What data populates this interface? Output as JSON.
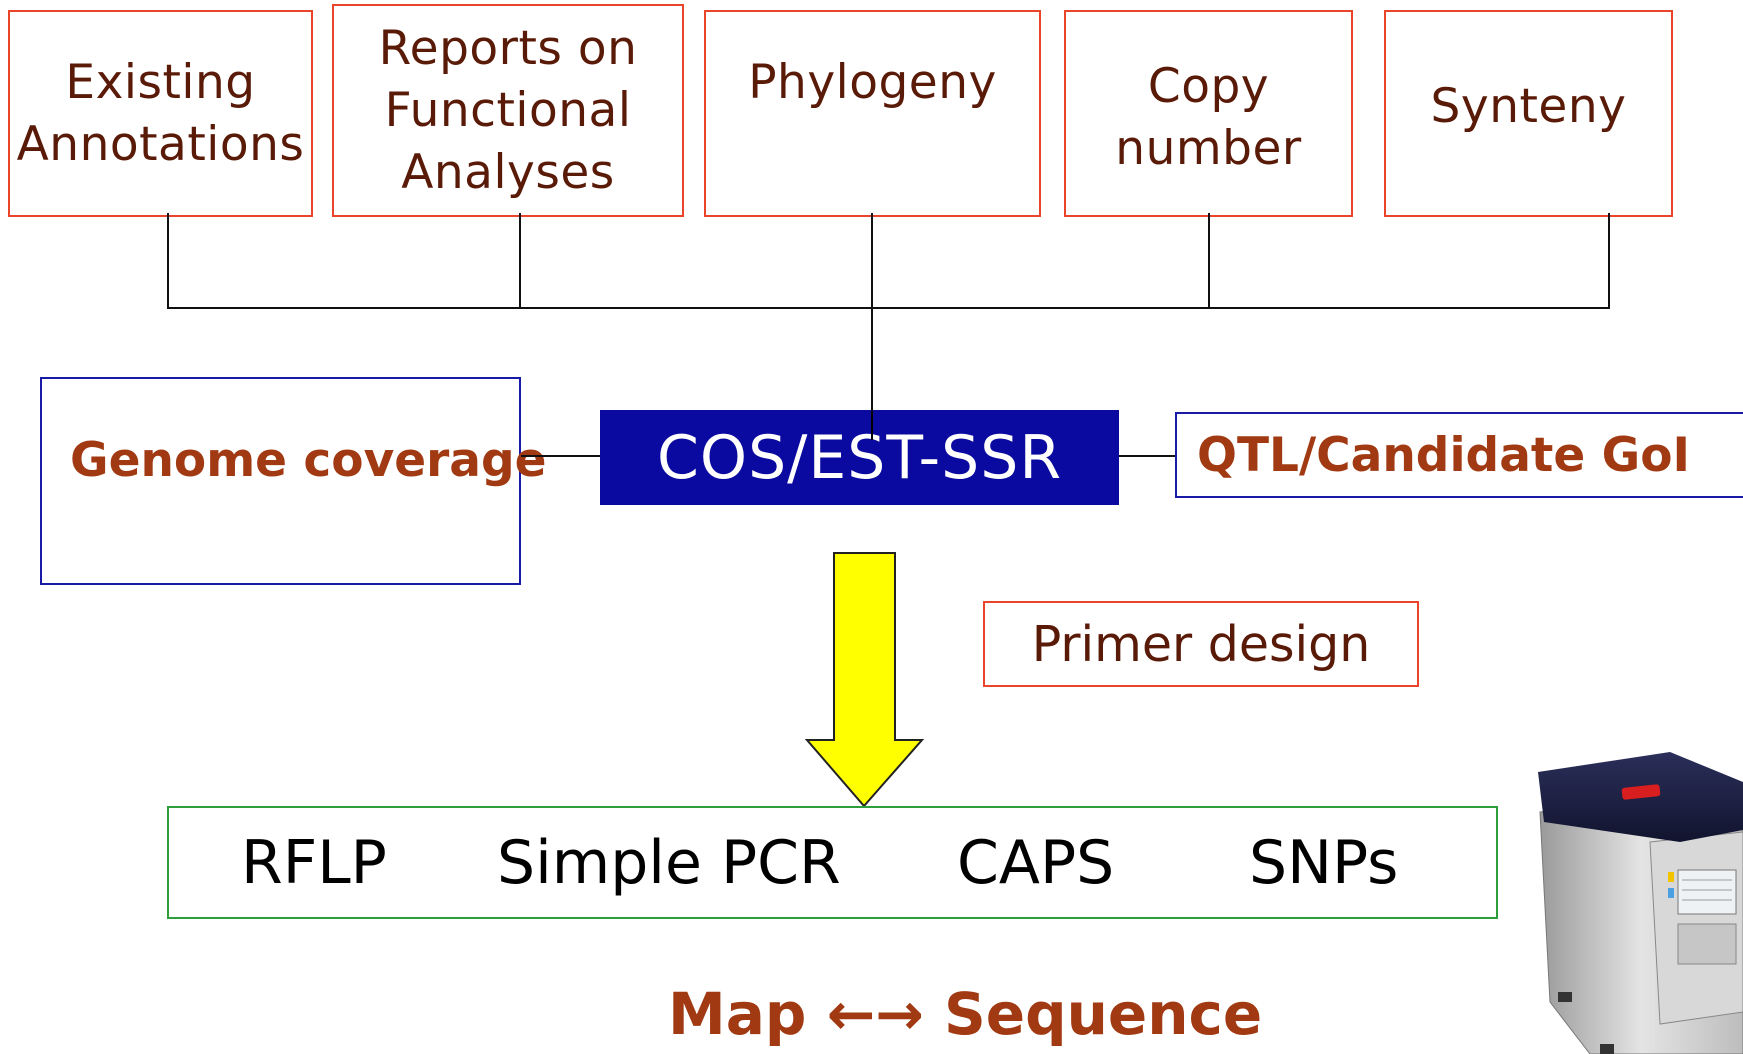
{
  "top_boxes": [
    {
      "label": "Existing\nAnnotations"
    },
    {
      "label": "Reports on\nFunctional\nAnalyses"
    },
    {
      "label": "Phylogeny"
    },
    {
      "label": "Copy\nnumber"
    },
    {
      "label": "Synteny"
    }
  ],
  "middle": {
    "left_label": "Genome  coverage",
    "center_label": "COS/EST-SSR",
    "right_label": "QTL/Candidate GoI"
  },
  "primer_label": "Primer design",
  "methods": [
    "RFLP",
    "Simple PCR",
    "CAPS",
    "SNPs"
  ],
  "footer": "Map ←→ Sequence",
  "colors": {
    "box_border_red": "#e8452b",
    "box_border_blue": "#1a1aa8",
    "central_fill": "#0a0aa0",
    "arrow_fill": "#ffff00",
    "methods_border": "#2e9e3a",
    "accent_text": "#a13a12"
  },
  "image": {
    "depicts": "thermal-cycler-pcr-machine"
  }
}
